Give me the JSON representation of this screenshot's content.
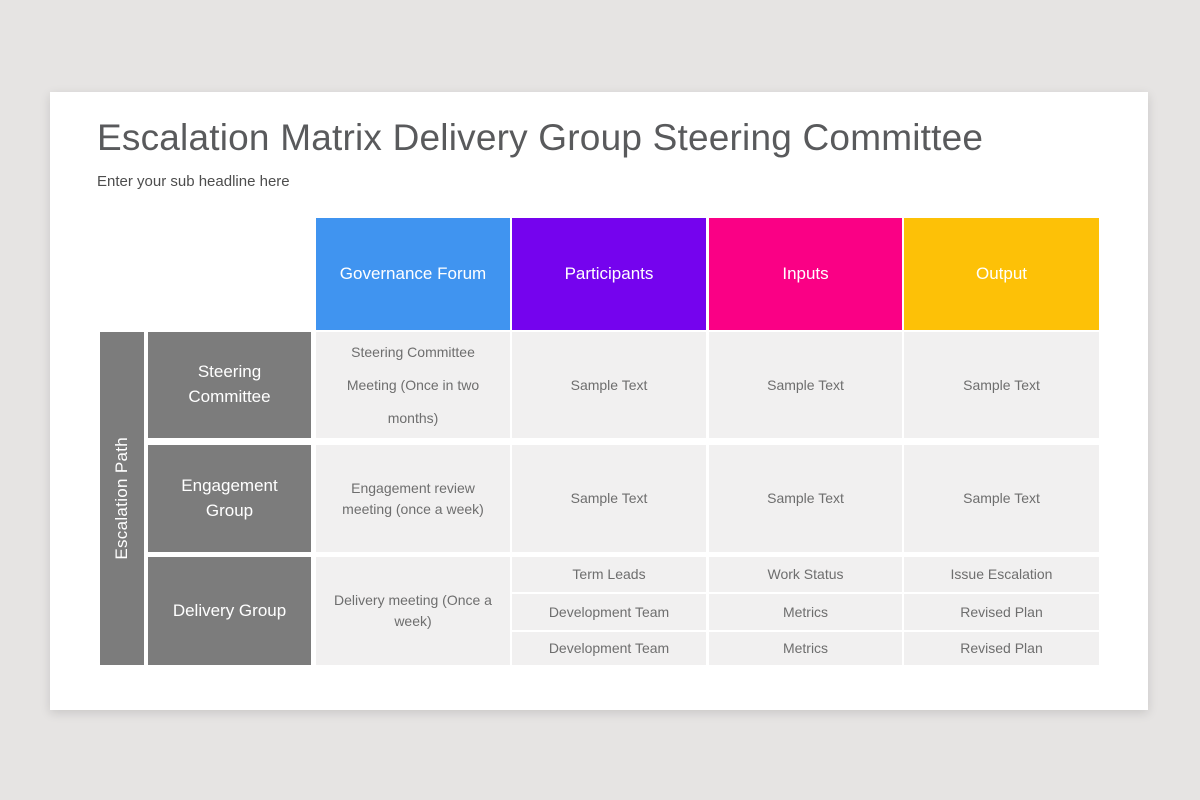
{
  "slide": {
    "title": "Escalation Matrix Delivery Group Steering Committee",
    "subtitle": "Enter your sub headline here"
  },
  "matrix": {
    "corner_label": "Escalation Path",
    "columns": [
      {
        "label": "Governance Forum",
        "color": "#4094f0"
      },
      {
        "label": "Participants",
        "color": "#7503ee"
      },
      {
        "label": "Inputs",
        "color": "#fa0085"
      },
      {
        "label": "Output",
        "color": "#fdc107"
      }
    ],
    "rows": [
      {
        "label": "Steering Committee",
        "governance": "Steering Committee Meeting (Once in two months)",
        "participants": "Sample Text",
        "inputs": "Sample Text",
        "output": "Sample Text"
      },
      {
        "label": "Engagement Group",
        "governance": "Engagement review meeting (once a week)",
        "participants": "Sample Text",
        "inputs": "Sample Text",
        "output": "Sample Text"
      },
      {
        "label": "Delivery Group",
        "governance": "Delivery meeting (Once a week)",
        "subrows": [
          {
            "participants": "Term Leads",
            "inputs": "Work Status",
            "output": "Issue Escalation"
          },
          {
            "participants": "Development Team",
            "inputs": "Metrics",
            "output": "Revised Plan"
          },
          {
            "participants": "Development Team",
            "inputs": "Metrics",
            "output": "Revised Plan"
          }
        ]
      }
    ],
    "colors": {
      "row_header_bg": "#7c7c7c",
      "cell_bg": "#f1f0f0",
      "header_text": "#ffffff",
      "cell_text": "#6e6e6e",
      "page_bg": "#e6e4e3",
      "slide_bg": "#ffffff"
    }
  }
}
